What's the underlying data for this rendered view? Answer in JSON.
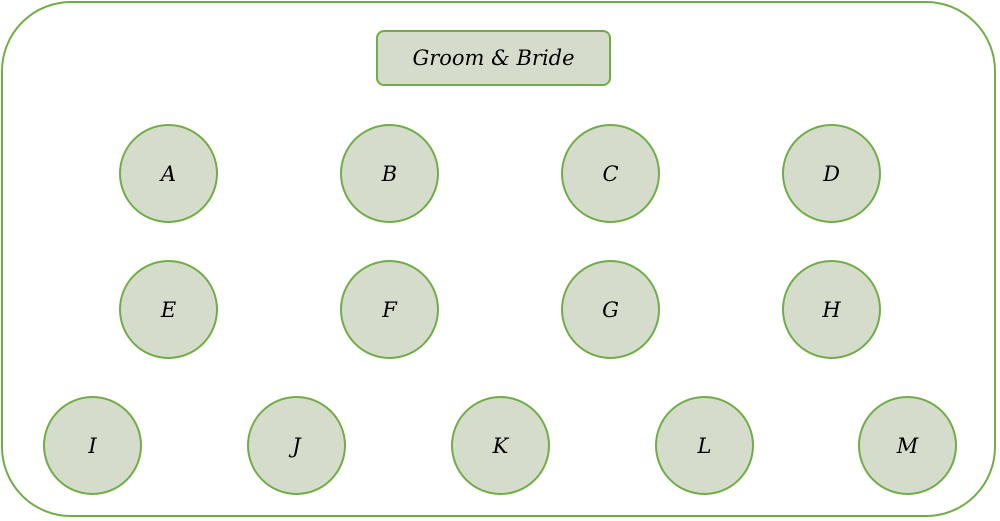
{
  "head_table": {
    "label": "Groom & Bride"
  },
  "tables": [
    {
      "label": "A"
    },
    {
      "label": "B"
    },
    {
      "label": "C"
    },
    {
      "label": "D"
    },
    {
      "label": "E"
    },
    {
      "label": "F"
    },
    {
      "label": "G"
    },
    {
      "label": "H"
    },
    {
      "label": "I"
    },
    {
      "label": "J"
    },
    {
      "label": "K"
    },
    {
      "label": "L"
    },
    {
      "label": "M"
    }
  ],
  "colors": {
    "outline": "#70ad47",
    "fill": "#d5dccb"
  }
}
